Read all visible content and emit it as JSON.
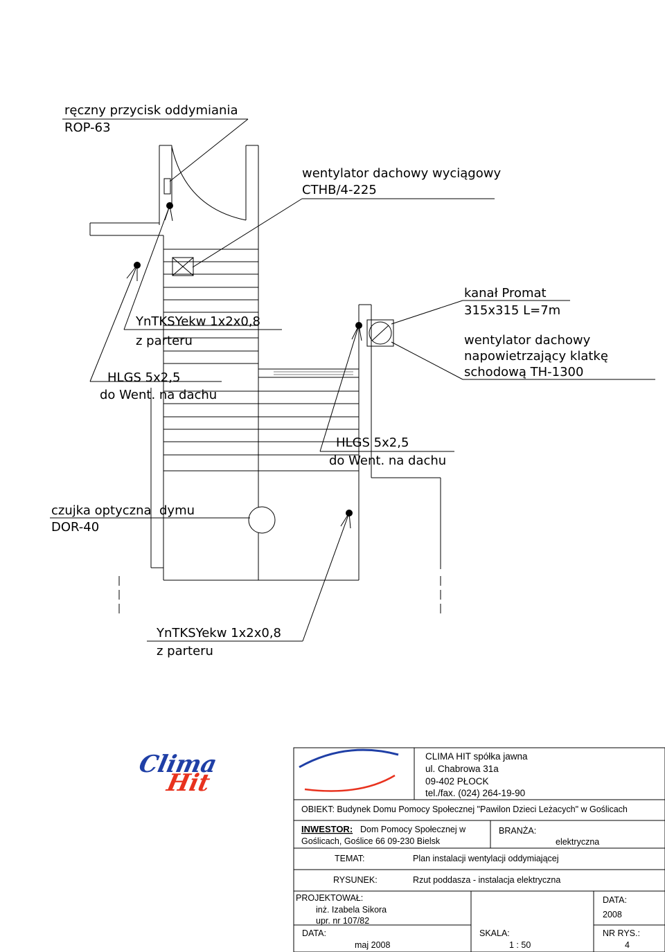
{
  "annotations": {
    "rop": {
      "line1": "ręczny przycisk oddymiania",
      "line2": "ROP-63"
    },
    "cthb": {
      "line1": "wentylator dachowy wyciągowy",
      "line2": "CTHB/4-225"
    },
    "kanal": {
      "line1": "kanał Promat",
      "line2": "315x315 L=7m"
    },
    "th": {
      "line1": "wentylator dachowy",
      "line2": "napowietrzający klatkę",
      "line3": "schodową TH-1300"
    },
    "cable_left_a": {
      "line1": "YnTKSYekw 1x2x0,8",
      "line2": "z parteru"
    },
    "cable_left_b": {
      "line1": "HLGS 5x2,5",
      "line2": "do Went. na dachu"
    },
    "cable_mid": {
      "line1": "HLGS 5x2,5",
      "line2": "do Went. na dachu"
    },
    "czujka": {
      "line1": "czujka optyczna  dymu",
      "line2": "DOR-40"
    },
    "cable_bottom": {
      "line1": "YnTKSYekw 1x2x0,8",
      "line2": "z parteru"
    }
  },
  "title_block": {
    "logo": {
      "word1": "Clima",
      "word2": "Hit",
      "color_blue": "#1f3fa6",
      "color_red": "#e8321e"
    },
    "company": {
      "name": "CLIMA HIT spółka jawna",
      "street": "ul. Chabrowa 31a",
      "city": "09-402 PŁOCK",
      "phone": "tel./fax. (024) 264-19-90"
    },
    "obiekt": "OBIEKT: Budynek Domu Pomocy Społecznej \"Pawilon Dzieci Leżacych\" w Goślicach",
    "inwestor_label": "INWESTOR:",
    "inwestor_value_1": "Dom Pomocy Społecznej w",
    "inwestor_value_2": "Goślicach, Goślice 66 09-230 Bielsk",
    "branza_label": "BRANŻA:",
    "branza_value": "elektryczna",
    "temat_label": "TEMAT:",
    "temat_value": "Plan instalacji wentylacji oddymiającej",
    "rysunek_label": "RYSUNEK:",
    "rysunek_value": "Rzut poddasza - instalacja elektryczna",
    "projektowal_label": "PROJEKTOWAŁ:",
    "projektowal_name": "inż. Izabela Sikora",
    "projektowal_upr": "upr. nr 107/82",
    "data_label_left": "DATA:",
    "data_value_left": "maj 2008",
    "skala_label": "SKALA:",
    "skala_value": "1 : 50",
    "data_label_right": "DATA:",
    "data_value_right": "2008",
    "nr_rys_label": "NR RYS.:",
    "nr_rys_value": "4"
  }
}
